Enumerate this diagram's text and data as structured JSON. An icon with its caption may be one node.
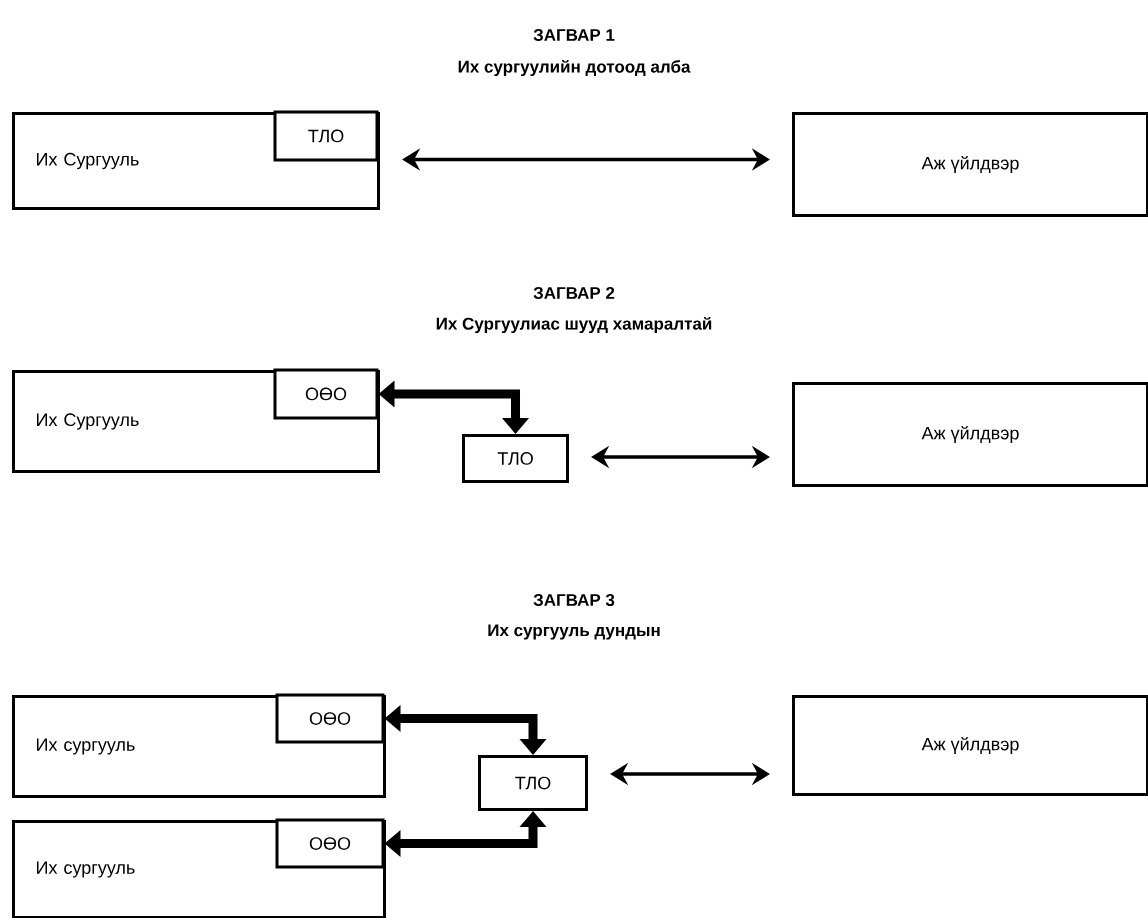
{
  "diagram": {
    "nodes": [
      {
        "text": [
          "Их Сургууль"
        ]
      },
      {
        "text": [
          "ТЛО"
        ],
        "in": 0
      },
      {
        "text": [
          "Аж үйлдвэр"
        ]
      },
      {
        "text": [
          "Их Сургууль"
        ]
      },
      {
        "text": [
          "ОӨО"
        ],
        "in": 3
      },
      {
        "text": [
          "ТЛО"
        ]
      },
      {
        "text": [
          "Аж үйлдвэр"
        ]
      },
      {
        "text": [
          "Их сургууль"
        ]
      },
      {
        "text": [
          "ОӨО"
        ],
        "in": 7
      },
      {
        "text": [
          "Их сургууль"
        ]
      },
      {
        "text": [
          "ОӨО"
        ],
        "in": 9
      },
      {
        "text": [
          "ТЛО"
        ]
      },
      {
        "text": [
          "Аж үйлдвэр"
        ]
      }
    ],
    "edges": [
      {
        "from": 0,
        "to": 2,
        "arrow": "both"
      },
      {
        "from": 4,
        "to": 5,
        "arrow": "both",
        "style": "thick"
      },
      {
        "from": 5,
        "to": 6,
        "arrow": "both"
      },
      {
        "from": 8,
        "to": 11,
        "arrow": "both",
        "style": "thick"
      },
      {
        "from": 10,
        "to": 11,
        "arrow": "both",
        "style": "thick"
      },
      {
        "from": 11,
        "to": 12,
        "arrow": "both"
      }
    ],
    "labels": [
      "ЗАГВАР 1",
      "Их сургуулийн дотоод алба",
      "ЗАГВАР 2",
      "Их Сургуулиас шууд хамаралтай",
      "ЗАГВАР 3",
      "Их сургууль дундын"
    ]
  }
}
